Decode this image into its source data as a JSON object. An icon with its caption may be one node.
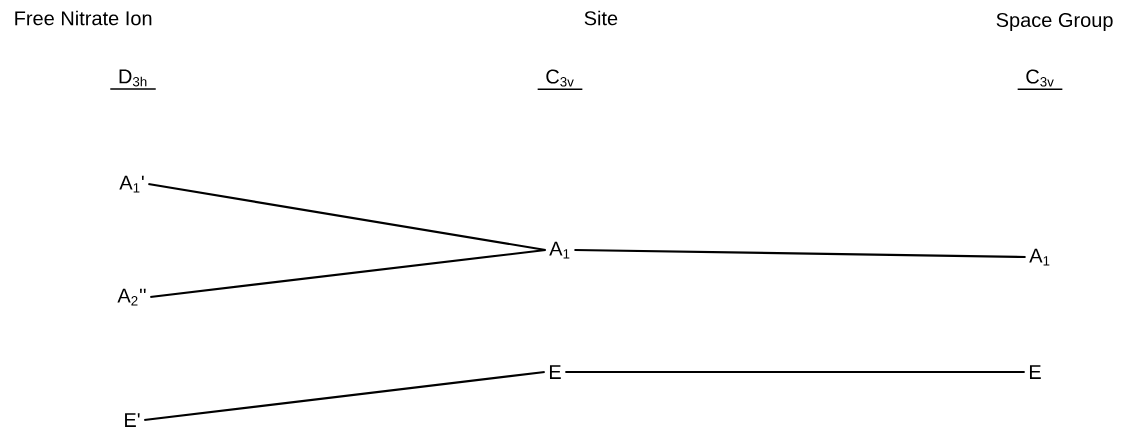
{
  "diagram": {
    "nodes": [
      {
        "text": [
          "A$_{1}$'"
        ]
      },
      {
        "text": [
          "A$_{2}$''"
        ]
      },
      {
        "text": [
          "E'"
        ]
      },
      {
        "text": [
          "A$_{1}$"
        ]
      },
      {
        "text": [
          "E"
        ]
      },
      {
        "text": [
          "A$_{1}$"
        ]
      },
      {
        "text": [
          "E"
        ]
      }
    ],
    "edges": [
      {
        "from": 0,
        "to": 3,
        "arrow": "none"
      },
      {
        "from": 1,
        "to": 3,
        "arrow": "none"
      },
      {
        "from": 2,
        "to": 4,
        "arrow": "none"
      },
      {
        "from": 3,
        "to": 5,
        "arrow": "none"
      },
      {
        "from": 4,
        "to": 6,
        "arrow": "none"
      }
    ],
    "labels": [
      "Free Nitrate Ion",
      "Site",
      "Space Group",
      "D$_{3h}$",
      "C$_{3v}$",
      "C$_{3v}$"
    ]
  }
}
